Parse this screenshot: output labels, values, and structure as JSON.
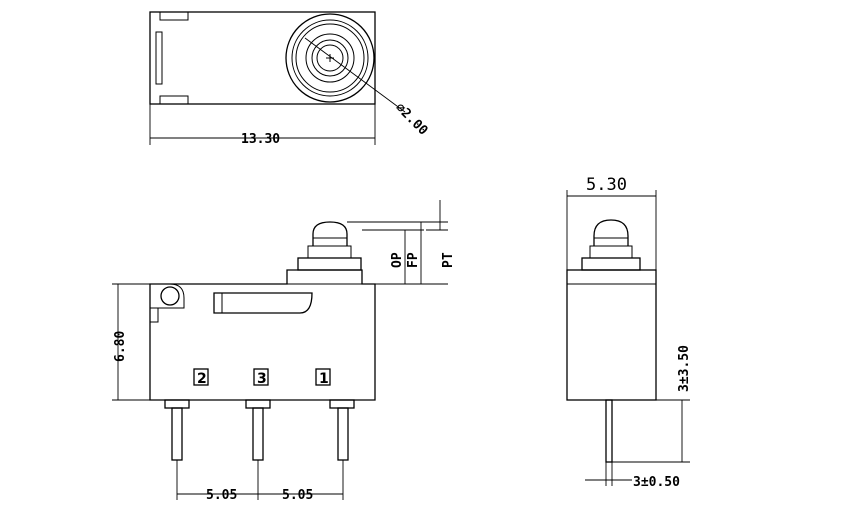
{
  "top_view": {
    "length_label": "13.30",
    "diameter_label": "⌀2.00"
  },
  "front_view": {
    "height_label": "6.80",
    "op_label": "OP",
    "fp_label": "FP",
    "pt_label": "PT",
    "pin_pitch_left_label": "5.05",
    "pin_pitch_right_label": "5.05",
    "pins": [
      "2",
      "3",
      "1"
    ]
  },
  "side_view": {
    "width_label": "5.30",
    "pin_length_label": "3±3.50",
    "pin_thickness_label": "3±0.50"
  }
}
